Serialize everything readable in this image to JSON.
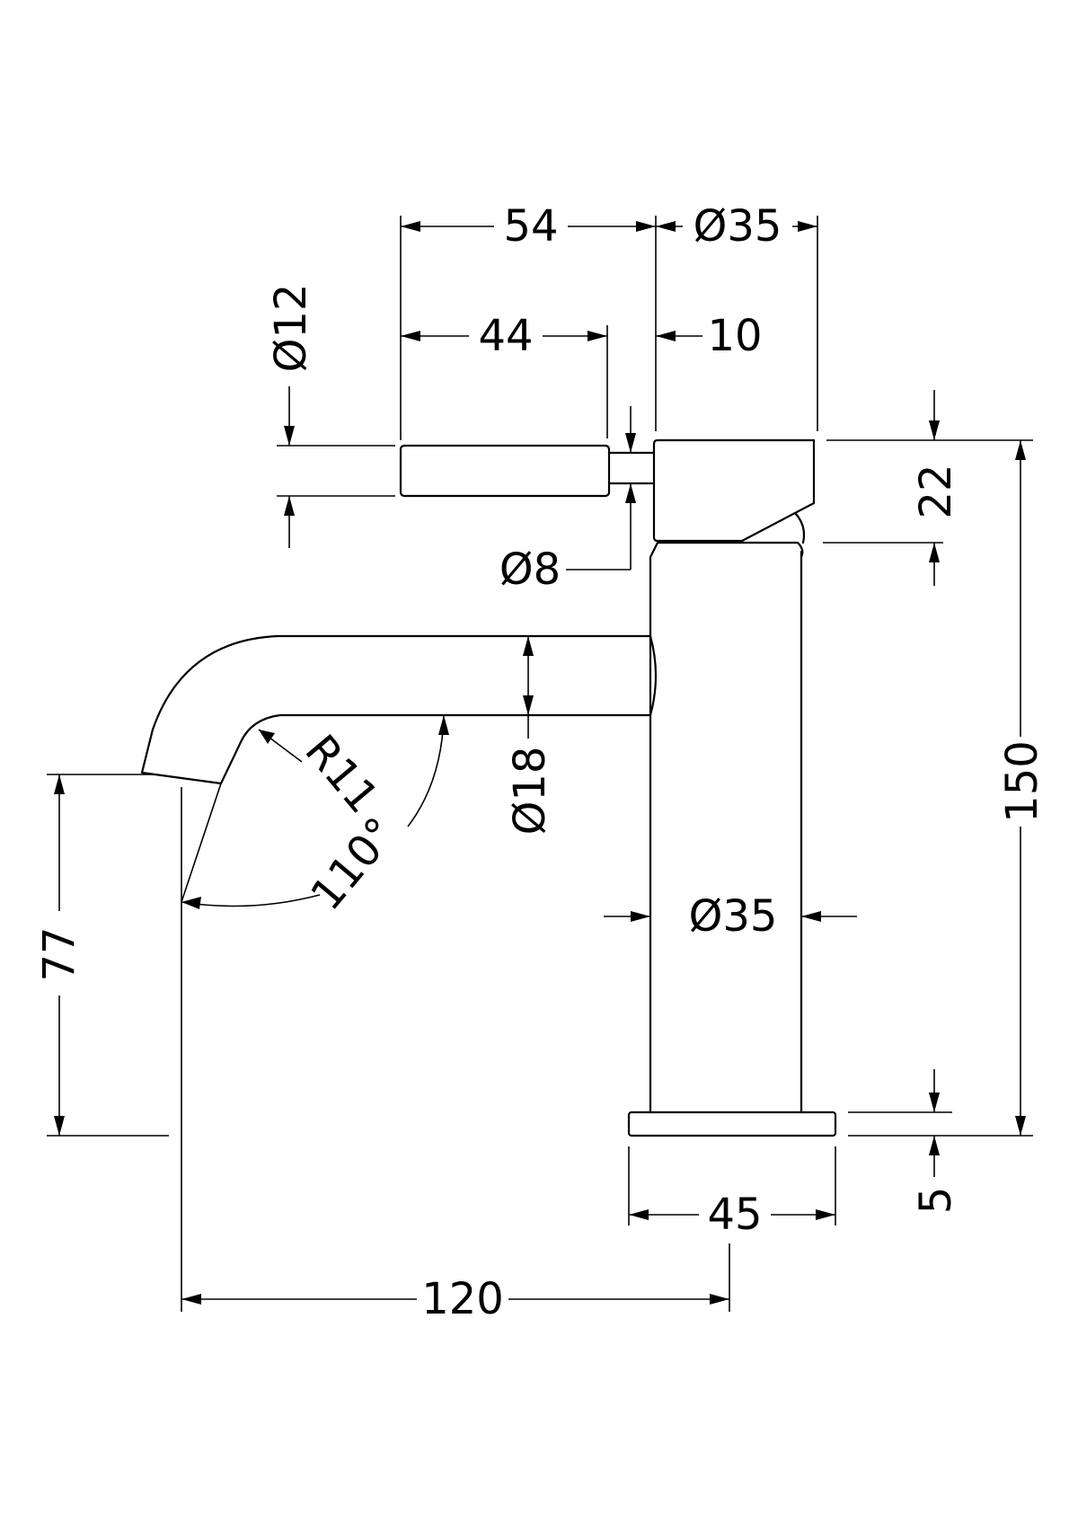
{
  "drawing": {
    "type": "technical-dimension-drawing",
    "labels": {
      "top_width": "54",
      "top_diameter": "Ø35",
      "handle_diameter": "Ø12",
      "handle_length": "44",
      "handle_gap": "10",
      "cap_height": "22",
      "stem_diameter": "Ø8",
      "total_height": "150",
      "spout_diameter": "Ø18",
      "bend_radius": "R11",
      "spout_angle": "110°",
      "body_diameter": "Ø35",
      "spout_height": "77",
      "base_thickness": "5",
      "base_width": "45",
      "reach": "120"
    },
    "colors": {
      "line": "#000000",
      "background": "#ffffff"
    }
  }
}
